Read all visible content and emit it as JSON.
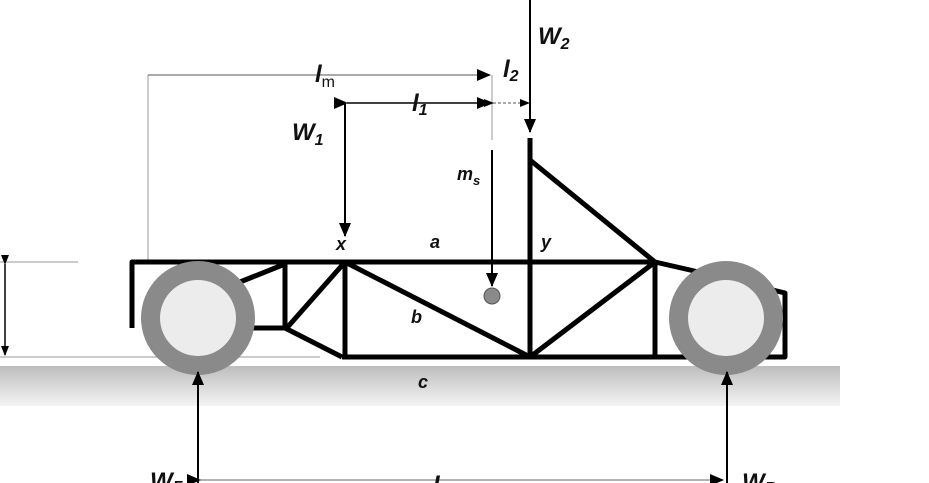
{
  "diagram": {
    "forces": {
      "w1": "W",
      "w1_sub": "1",
      "w2": "W",
      "w2_sub": "2",
      "wf": "W",
      "wf_sub": "F",
      "wr": "W",
      "wr_sub": "R"
    },
    "lengths": {
      "lm": "l",
      "lm_sub": "m",
      "l1": "l",
      "l1_sub": "1",
      "l2": "l",
      "l2_sub": "2",
      "L": "L"
    },
    "mass": {
      "ms": "m",
      "ms_sub": "s"
    },
    "points": {
      "x": "x",
      "y": "y"
    },
    "members": {
      "a": "a",
      "b": "b",
      "c": "c"
    },
    "colors": {
      "ground": "#c4c4c4",
      "wheel": "#8a8a8a",
      "hub": "#ececec",
      "frame": "#000000"
    }
  }
}
